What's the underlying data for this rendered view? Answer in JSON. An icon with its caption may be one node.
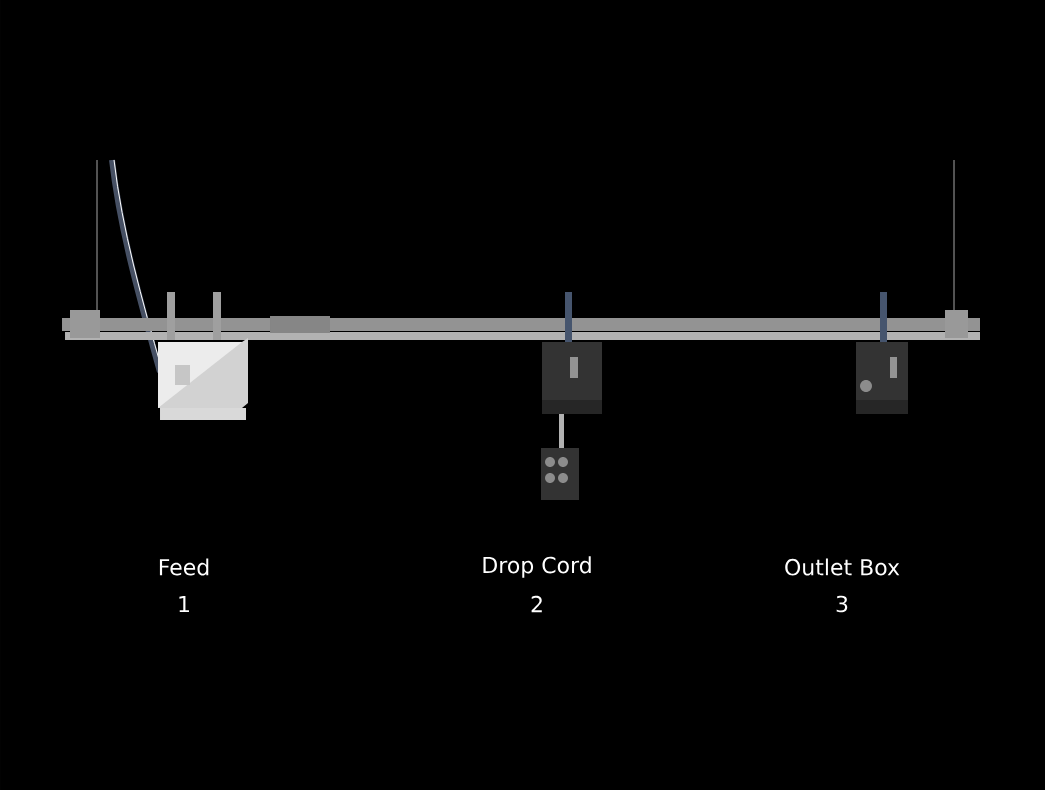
{
  "diagram": {
    "labels": [
      "Feed",
      "1",
      "Drop Cord",
      "2",
      "Outlet Box",
      "3"
    ]
  }
}
